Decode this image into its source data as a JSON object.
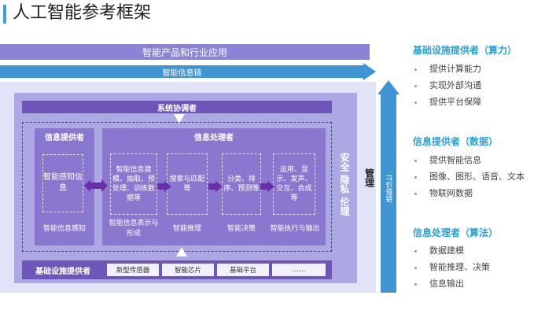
{
  "title": "人工智能参考框架",
  "banners": {
    "products": "智能产品和行业应用",
    "info_chain": "智能信息链"
  },
  "coordinator": "系统协调者",
  "provider": {
    "title": "信息提供者",
    "inner": "智能感知信息",
    "bottom": "智能信息感知"
  },
  "processor": {
    "title": "信息处理者",
    "steps": [
      {
        "box": "智能信息建模、抽取、预处理、训练数据等",
        "label": "智能信息表示与形成"
      },
      {
        "box": "搜索与匹配等",
        "label": "智能推理"
      },
      {
        "box": "分类、排序、预测等",
        "label": "智能决策"
      },
      {
        "box": "运用、显示、发声、交互、合成等",
        "label": "智能执行与输出"
      }
    ]
  },
  "side": {
    "security": "安全 隐私 伦理",
    "management": "管理",
    "it_chain": "IT价值链"
  },
  "infrastructure": {
    "title": "基础设施提供者",
    "items": [
      "新型传感器",
      "智能芯片",
      "基础平台",
      "……"
    ]
  },
  "right_panel": [
    {
      "heading": "基础设施提供者（算力）",
      "items": [
        "提供计算能力",
        "实现外部沟通",
        "提供平台保障"
      ]
    },
    {
      "heading": "信息提供者（数据）",
      "items": [
        "提供智能信息",
        "图像、图形、语音、文本",
        "物联网数据"
      ]
    },
    {
      "heading": "信息处理者（算法）",
      "items": [
        "数据建模",
        "智能推理、决策",
        "信息输出"
      ]
    }
  ],
  "colors": {
    "accent_blue": "#3f95d4",
    "heading_blue": "#2a9fd8",
    "purple_dark": "#6e55b8",
    "purple_mid": "#8a77cf",
    "purple_light": "#aca8e4",
    "lavender_bg": "#e1e3f7"
  }
}
